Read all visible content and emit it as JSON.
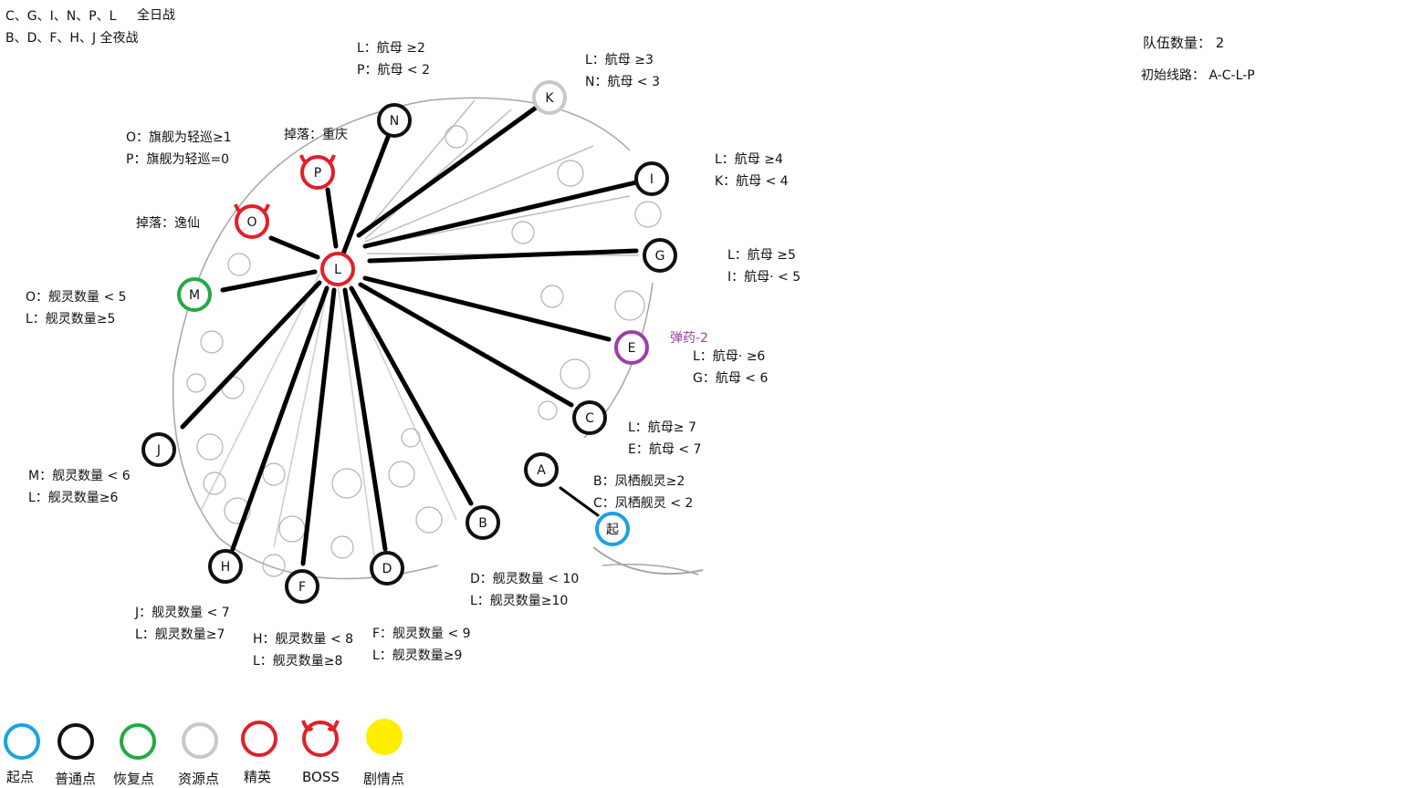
{
  "battle_types": {
    "day_battle": "C、G、I、N、P、L",
    "day_label": "全日战",
    "night_battle": "B、D、F、H、J 全夜战"
  },
  "fleet_info": {
    "team_count": "队伍数量：  2",
    "initial_route": "初始线路：  A-C-L-P"
  },
  "drops": {
    "p_drop": "掉落：重庆",
    "o_drop": "掉落：逸仙"
  },
  "ammo_note": "弹药-2",
  "conditions": {
    "n_l": "L：航母 ≥2",
    "n_p": "P：航母 < 2",
    "k_l": "L：航母 ≥3",
    "k_n": "N：航母  < 3",
    "i_l": "L：航母 ≥4",
    "i_k": "K：航母 < 4",
    "g_l": "L：航母  ≥5",
    "g_i": "I：航母·  < 5",
    "e_l": "L：航母·  ≥6",
    "e_g": "G：航母  < 6",
    "c_l": "L：航母≥  7",
    "c_e": "E：航母 <  7",
    "a_b": "B：凤栖舰灵≥2",
    "a_c": "C：凤栖舰灵 < 2",
    "b_d": "D：舰灵数量 < 10",
    "b_l": "L：舰灵数量≥10",
    "d_f": "F：舰灵数量 < 9",
    "d_l": "L：舰灵数量≥9",
    "f_h": "H：舰灵数量 < 8",
    "f_l": "L：舰灵数量≥8",
    "h_j": "J：舰灵数量 < 7",
    "h_l": "L：舰灵数量≥7",
    "j_m": "M：舰灵数量 < 6",
    "j_l": "L：舰灵数量≥6",
    "m_o": "O：舰灵数量 < 5",
    "m_l": "L：舰灵数量≥5",
    "l_o": "O：旗舰为轻巡≥1",
    "l_p": "P：旗舰为轻巡=0"
  },
  "nodes": [
    {
      "id": "L",
      "type": "elite"
    },
    {
      "id": "N",
      "type": "normal"
    },
    {
      "id": "K",
      "type": "resource"
    },
    {
      "id": "I",
      "type": "normal"
    },
    {
      "id": "G",
      "type": "normal"
    },
    {
      "id": "E",
      "type": "story-purple"
    },
    {
      "id": "C",
      "type": "normal"
    },
    {
      "id": "A",
      "type": "normal"
    },
    {
      "id": "起",
      "type": "start"
    },
    {
      "id": "B",
      "type": "normal"
    },
    {
      "id": "D",
      "type": "normal"
    },
    {
      "id": "F",
      "type": "normal"
    },
    {
      "id": "H",
      "type": "normal"
    },
    {
      "id": "J",
      "type": "normal"
    },
    {
      "id": "M",
      "type": "recovery"
    },
    {
      "id": "O",
      "type": "boss"
    },
    {
      "id": "P",
      "type": "boss"
    }
  ],
  "legend": [
    {
      "label": "起点",
      "kind": "start",
      "color": "#1aa3e0"
    },
    {
      "label": "普通点",
      "kind": "normal",
      "color": "#111111"
    },
    {
      "label": "恢复点",
      "kind": "recovery",
      "color": "#22aa44"
    },
    {
      "label": "资源点",
      "kind": "resource",
      "color": "#c8c8c8"
    },
    {
      "label": "精英",
      "kind": "elite",
      "color": "#e0202a"
    },
    {
      "label": "BOSS",
      "kind": "boss",
      "color": "#e0202a"
    },
    {
      "label": "剧情点",
      "kind": "story",
      "color": "#ffee00"
    }
  ],
  "colors": {
    "start": "#1aa3e0",
    "normal": "#111111",
    "recovery": "#22aa44",
    "resource": "#c8c8c8",
    "elite": "#e0202a",
    "boss": "#e0202a",
    "story": "#ffee00",
    "purple": "#9b3fa6"
  }
}
